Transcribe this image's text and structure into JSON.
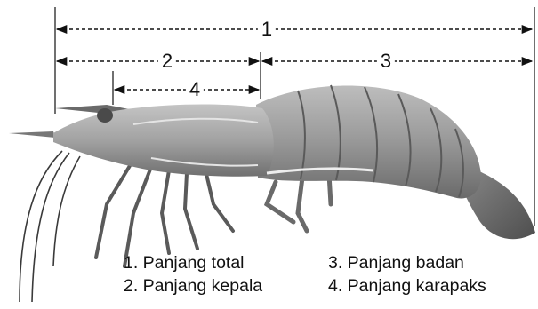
{
  "measurements": [
    {
      "id": "1",
      "label": "1"
    },
    {
      "id": "2",
      "label": "2"
    },
    {
      "id": "3",
      "label": "3"
    },
    {
      "id": "4",
      "label": "4"
    }
  ],
  "legend": [
    {
      "text": "1. Panjang total"
    },
    {
      "text": "2. Panjang kepala"
    },
    {
      "text": "3. Panjang badan"
    },
    {
      "text": "4. Panjang karapaks"
    }
  ],
  "colors": {
    "ink": "#111111",
    "body_dark": "#6e6e6e",
    "body_mid": "#9a9a9a",
    "body_light": "#c8c8c8",
    "highlight": "#eeeeee"
  }
}
